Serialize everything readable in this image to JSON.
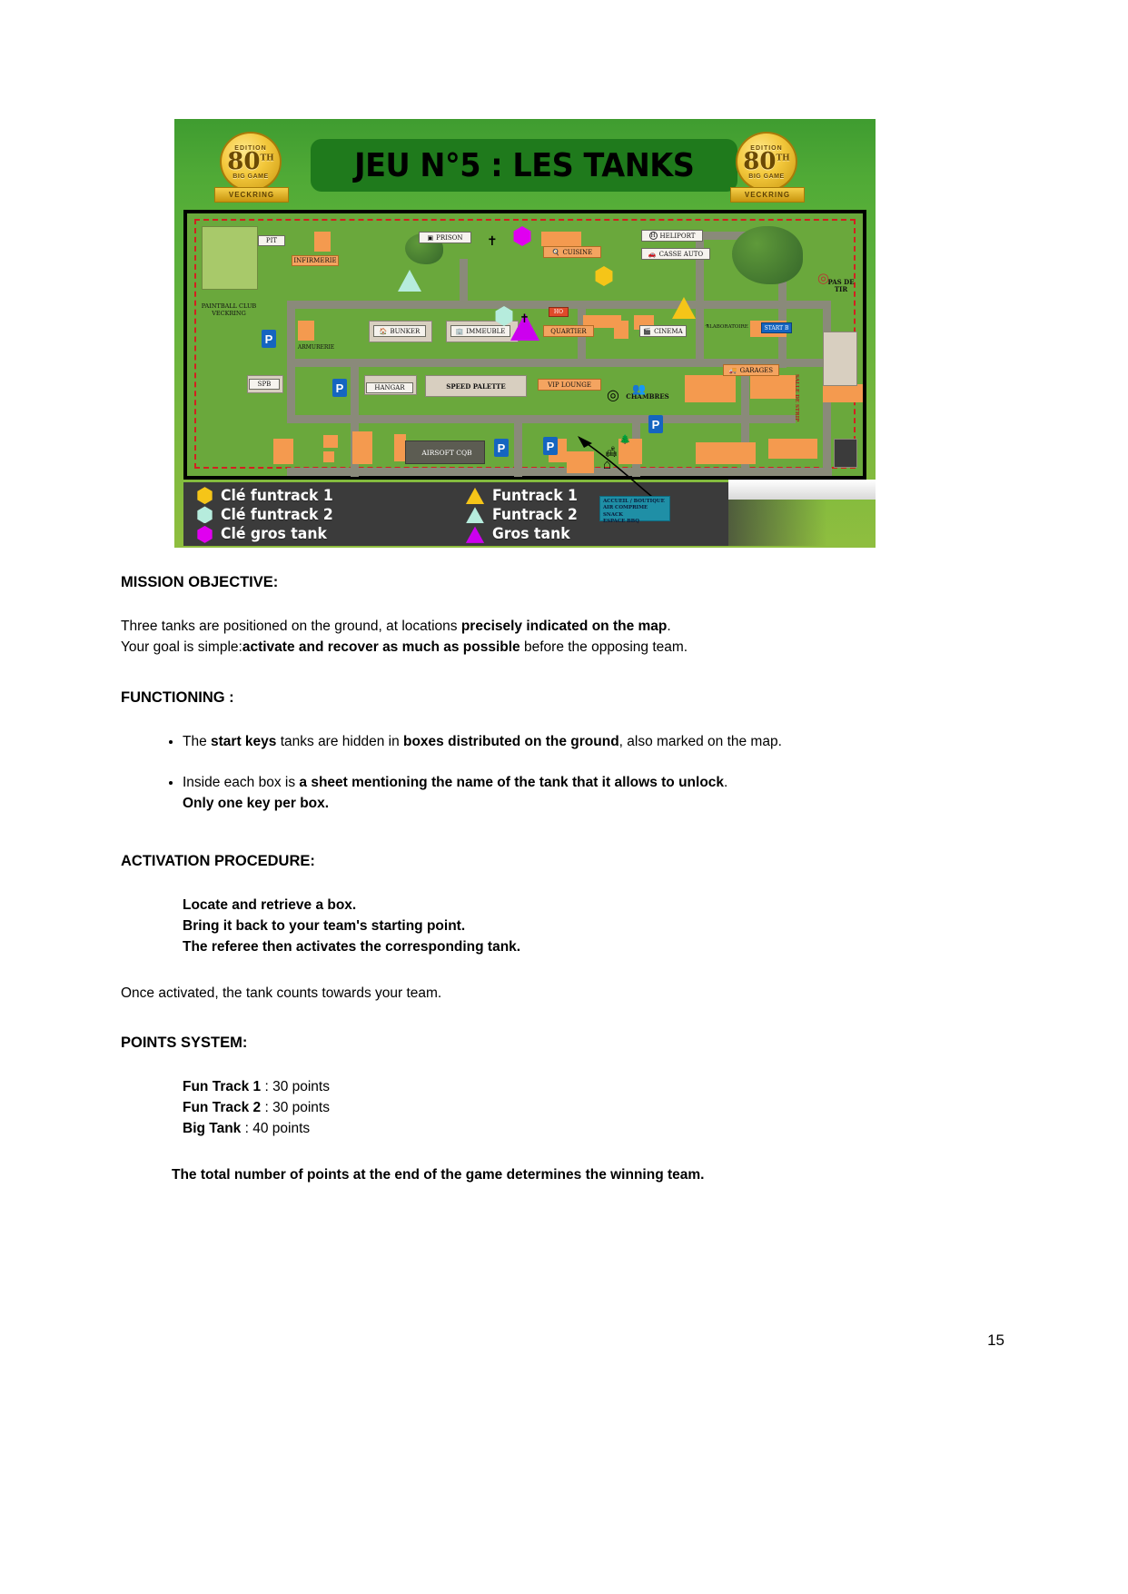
{
  "figure": {
    "title": "JEU N°5 : LES TANKS",
    "medal": {
      "edition": "EDITION",
      "number": "80",
      "suffix": "TH",
      "big_game": "BIG GAME",
      "club": "VECKRING"
    },
    "map_labels": {
      "paintball_club": "PAINTBALL CLUB VECKRING",
      "pit": "PIT",
      "infirmerie": "INFIRMERIE",
      "prison": "PRISON",
      "cuisine": "CUISINE",
      "heliport": "HELIPORT",
      "casse_auto": "CASSE AUTO",
      "pas_de_tir": "PAS DE TIR",
      "armurerie": "ARMURERIE",
      "bunker": "BUNKER",
      "immeuble": "IMMEUBLE",
      "quartier": "QUARTIER",
      "cinema": "CINEMA",
      "laboratoire": "LABORATOIRE",
      "start_b": "START B",
      "spb": "SPB",
      "hangar": "HANGAR",
      "speed_palette": "SPEED PALETTE",
      "vip_lounge": "VIP LOUNGE",
      "chambres": "CHAMBRES",
      "garages": "GARAGES",
      "salle_de_strip": "SALLE DE STRIP",
      "airsoft_cqb": "AIRSOFT CQB",
      "parking": "P",
      "heliport_h": "H",
      "ho": "HO"
    },
    "info_box": [
      "ACCUEIL / BOUTIQUE",
      "AIR COMPRIME",
      "SNACK",
      "ESPACE BBQ"
    ],
    "legend": {
      "keys": [
        {
          "label": "Clé funtrack 1",
          "color": "#f5c518",
          "shape": "hexagon"
        },
        {
          "label": "Clé funtrack 2",
          "color": "#b6ecdd",
          "shape": "hexagon"
        },
        {
          "label": "Clé gros tank",
          "color": "#e000f0",
          "shape": "hexagon"
        }
      ],
      "tanks": [
        {
          "label": "Funtrack 1",
          "color": "#f5c518",
          "shape": "triangle"
        },
        {
          "label": "Funtrack 2",
          "color": "#b6ecdd",
          "shape": "triangle"
        },
        {
          "label": "Gros tank",
          "color": "#cc00ee",
          "shape": "triangle"
        }
      ]
    }
  },
  "document": {
    "mission": {
      "heading": "MISSION OBJECTIVE:",
      "line1_a": "Three tanks are positioned on the ground, at locations ",
      "line1_b": "precisely indicated on the map",
      "line1_c": ".",
      "line2_a": "Your goal is simple:",
      "line2_b": "activate and recover as much as possible",
      "line2_c": " before the opposing team."
    },
    "functioning": {
      "heading": "FUNCTIONING :",
      "bullet1_a": "The ",
      "bullet1_b": "start keys",
      "bullet1_c": " tanks are hidden in ",
      "bullet1_d": "boxes distributed on the ground",
      "bullet1_e": ", also marked on the map.",
      "bullet2_a": "Inside each box is ",
      "bullet2_b": "a sheet mentioning the name of the tank that it allows to unlock",
      "bullet2_c": ".",
      "bullet2_d": "Only one key per box."
    },
    "activation": {
      "heading": "ACTIVATION PROCEDURE:",
      "step1": "Locate and retrieve a box.",
      "step2": "Bring it back to your team's starting point.",
      "step3": "The referee then activates the corresponding tank.",
      "note": "Once activated, the tank counts towards your team."
    },
    "points": {
      "heading": "POINTS SYSTEM:",
      "rows": [
        {
          "name": "Fun Track 1",
          "value": " : 30 points"
        },
        {
          "name": "Fun Track 2",
          "value": " : 30 points"
        },
        {
          "name": "Big Tank",
          "value": " : 40 points"
        }
      ],
      "total": "The total number of points at the end of the game determines the winning team."
    },
    "page_number": "15"
  }
}
